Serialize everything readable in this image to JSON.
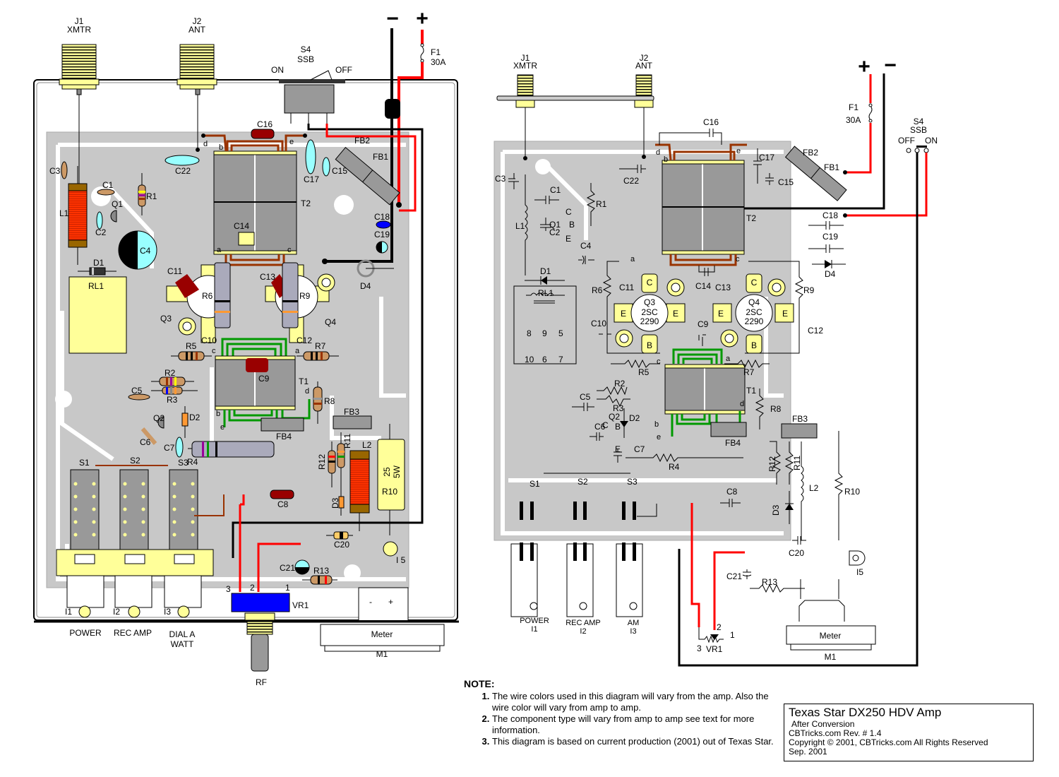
{
  "title_block": {
    "title": "Texas Star DX250 HDV Amp",
    "subtitle": "After Conversion",
    "revision": "CBTricks.com Rev. # 1.4",
    "copyright": "Copyright © 2001, CBTricks.com All Rights Reserved",
    "date": "Sep. 2001"
  },
  "notes": {
    "heading": "NOTE:",
    "items": [
      "The wire colors used in this diagram will vary from the amp. Also the wire color will vary from amp to amp.",
      "The component type will vary from amp to amp see text for more information.",
      "This diagram is based on current production (2001) out of Texas Star."
    ]
  },
  "colors": {
    "pcb": "#c8c8c8",
    "trace_white": "#ffffff",
    "connector_yellow": "#ffff99",
    "wire_red": "#ff0000",
    "wire_black": "#000000",
    "wire_brown": "#993300",
    "winding_green": "#009900",
    "cap_cyan": "#99ffff",
    "cap_red": "#990000",
    "pot_blue": "#0000ff",
    "transformer_gray": "#999999"
  },
  "left_view": {
    "connectors": [
      {
        "ref": "J1",
        "label": "XMTR"
      },
      {
        "ref": "J2",
        "label": "ANT"
      }
    ],
    "power": {
      "minus": "−",
      "plus": "+",
      "fuse_ref": "F1",
      "fuse_rating": "30A"
    },
    "ssb_switch": {
      "ref": "S4",
      "label": "SSB",
      "on": "ON",
      "off": "OFF"
    },
    "components": [
      "C1",
      "C2",
      "C3",
      "C4",
      "C5",
      "C6",
      "C7",
      "C8",
      "C9",
      "C10",
      "C11",
      "C12",
      "C13",
      "C14",
      "C15",
      "C16",
      "C17",
      "C18",
      "C19",
      "C20",
      "C21",
      "C22",
      "L1",
      "L2",
      "R1",
      "R2",
      "R3",
      "R4",
      "R5",
      "R6",
      "R7",
      "R8",
      "R9",
      "R10",
      "R11",
      "R12",
      "R13",
      "Q1",
      "Q2",
      "Q3",
      "Q4",
      "D1",
      "D2",
      "D3",
      "D4",
      "RL1",
      "T1",
      "T2",
      "FB1",
      "FB2",
      "FB3",
      "FB4",
      "I5"
    ],
    "r10_value": "25",
    "r10_power": "5W",
    "switches": [
      "S1",
      "S2",
      "S3"
    ],
    "lamps": [
      {
        "ref": "I1",
        "label": "POWER"
      },
      {
        "ref": "I2",
        "label": "REC AMP"
      },
      {
        "ref": "I3",
        "label": "DIAL A WATT"
      }
    ],
    "pot": {
      "ref": "VR1",
      "pins": [
        "3",
        "2",
        "1"
      ],
      "knob_label": "RF"
    },
    "meter": {
      "ref": "M1",
      "label": "Meter",
      "minus": "-",
      "plus": "+"
    },
    "transformer_taps": [
      "a",
      "b",
      "c",
      "d",
      "e"
    ]
  },
  "right_view": {
    "connectors": [
      {
        "ref": "J1",
        "label": "XMTR"
      },
      {
        "ref": "J2",
        "label": "ANT"
      }
    ],
    "power": {
      "plus": "+",
      "minus": "−",
      "fuse_ref": "F1",
      "fuse_rating": "30A"
    },
    "ssb_switch": {
      "ref": "S4",
      "label": "SSB",
      "off": "OFF",
      "on": "ON"
    },
    "transistors": [
      {
        "ref": "Q3",
        "part": "2SC",
        "number": "2290"
      },
      {
        "ref": "Q4",
        "part": "2SC",
        "number": "2290"
      }
    ],
    "pin_labels": {
      "c": "C",
      "e": "E",
      "b": "B"
    },
    "q1_pins": [
      "C",
      "B",
      "E"
    ],
    "q2_pins": [
      "C",
      "B",
      "E"
    ],
    "relay": {
      "ref": "RL1",
      "pins_top": [
        "8",
        "9",
        "5"
      ],
      "pins_bottom": [
        "10",
        "6",
        "7"
      ]
    },
    "switches": [
      "S1",
      "S2",
      "S3"
    ],
    "lamps": [
      {
        "ref": "I1",
        "label": "POWER"
      },
      {
        "ref": "I2",
        "label": "REC AMP"
      },
      {
        "ref": "I3",
        "label": "AM"
      }
    ],
    "pot": {
      "ref": "VR1",
      "pins": [
        "3",
        "2",
        "1"
      ]
    },
    "meter": {
      "ref": "M1",
      "label": "Meter"
    }
  }
}
